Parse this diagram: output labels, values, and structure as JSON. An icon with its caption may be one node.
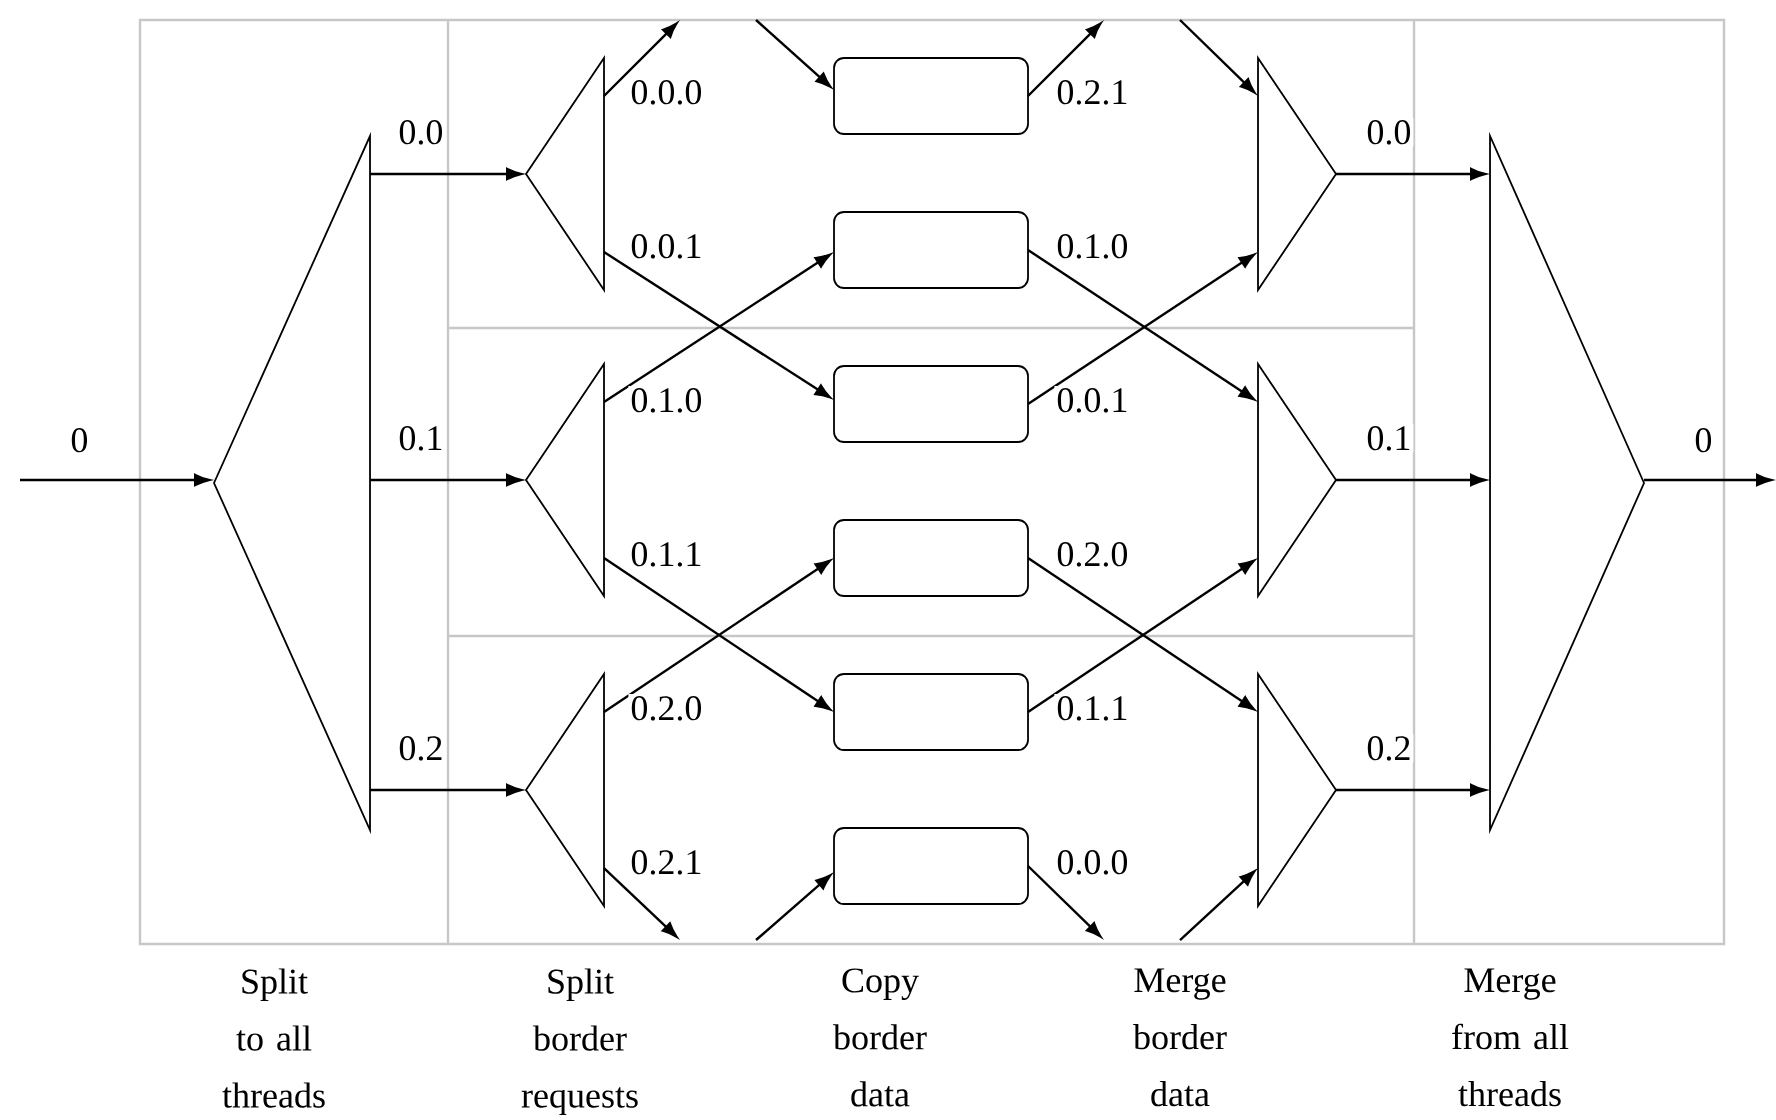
{
  "diagram": {
    "nodes": [
      {
        "text": [],
        "shape": "triangle"
      },
      {
        "text": [],
        "shape": "triangle"
      },
      {
        "text": [],
        "shape": "triangle"
      },
      {
        "text": [],
        "shape": "triangle"
      },
      {
        "text": [],
        "shape": "box"
      },
      {
        "text": [],
        "shape": "box"
      },
      {
        "text": [],
        "shape": "box"
      },
      {
        "text": [],
        "shape": "box"
      },
      {
        "text": [],
        "shape": "box"
      },
      {
        "text": [],
        "shape": "box"
      },
      {
        "text": [],
        "shape": "triangle"
      },
      {
        "text": [],
        "shape": "triangle"
      },
      {
        "text": [],
        "shape": "triangle"
      },
      {
        "text": [],
        "shape": "triangle"
      }
    ],
    "edges": [
      {
        "from": null,
        "to": 0,
        "arrow": "to",
        "label": "0"
      },
      {
        "from": 0,
        "to": 1,
        "arrow": "to",
        "label": "0.0"
      },
      {
        "from": 0,
        "to": 2,
        "arrow": "to",
        "label": "0.1"
      },
      {
        "from": 0,
        "to": 3,
        "arrow": "to",
        "label": "0.2"
      },
      {
        "from": 1,
        "to": null,
        "arrow": "to",
        "label": "0.0.0"
      },
      {
        "from": 1,
        "to": 6,
        "arrow": "to",
        "label": "0.0.1"
      },
      {
        "from": 2,
        "to": 5,
        "arrow": "to",
        "label": "0.1.0"
      },
      {
        "from": 2,
        "to": 8,
        "arrow": "to",
        "label": "0.1.1"
      },
      {
        "from": 3,
        "to": 7,
        "arrow": "to",
        "label": "0.2.0"
      },
      {
        "from": 3,
        "to": null,
        "arrow": "to",
        "label": "0.2.1"
      },
      {
        "from": null,
        "to": 4,
        "arrow": "to"
      },
      {
        "from": null,
        "to": 9,
        "arrow": "to"
      },
      {
        "from": 4,
        "to": null,
        "arrow": "to",
        "label": "0.2.1"
      },
      {
        "from": 5,
        "to": 11,
        "arrow": "to",
        "label": "0.1.0"
      },
      {
        "from": 6,
        "to": 10,
        "arrow": "to",
        "label": "0.0.1"
      },
      {
        "from": 7,
        "to": 12,
        "arrow": "to",
        "label": "0.2.0"
      },
      {
        "from": 8,
        "to": 11,
        "arrow": "to",
        "label": "0.1.1"
      },
      {
        "from": 9,
        "to": null,
        "arrow": "to",
        "label": "0.0.0"
      },
      {
        "from": null,
        "to": 10,
        "arrow": "to"
      },
      {
        "from": null,
        "to": 12,
        "arrow": "to"
      },
      {
        "from": 10,
        "to": 13,
        "arrow": "to",
        "label": "0.0"
      },
      {
        "from": 11,
        "to": 13,
        "arrow": "to",
        "label": "0.1"
      },
      {
        "from": 12,
        "to": 13,
        "arrow": "to",
        "label": "0.2"
      },
      {
        "from": 13,
        "to": null,
        "arrow": "to",
        "label": "0"
      }
    ],
    "labels": [
      "Split to all threads",
      "Split border requests",
      "Copy border data",
      "Merge border data",
      "Merge from all threads"
    ]
  }
}
